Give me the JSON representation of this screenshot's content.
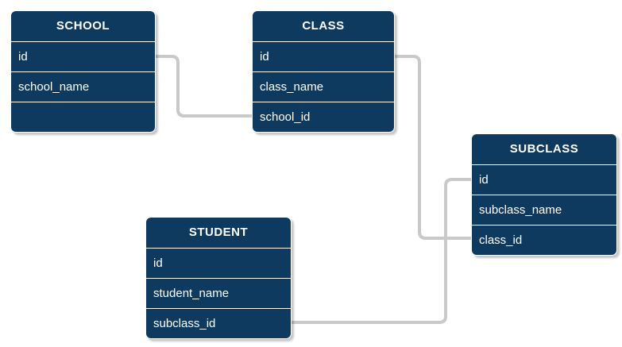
{
  "diagram": {
    "kind": "entity-relationship-diagram",
    "background": "#FFFFFF"
  },
  "colors": {
    "diagram_background": "#FFFFFF",
    "table_fill": "#0E3A5F",
    "table_stroke": "#FFFFFF",
    "table_text": "#FFFFFF",
    "row_divider": "#FFFFFF",
    "connector": "#C9C9C9",
    "shadow": "rgba(0,0,0,0.22)"
  },
  "tables": [
    {
      "title": "SCHOOL",
      "fields": [
        "id",
        "school_name",
        ""
      ]
    },
    {
      "title": "CLASS",
      "fields": [
        "id",
        "class_name",
        "school_id"
      ]
    },
    {
      "title": "SUBCLASS",
      "fields": [
        "id",
        "subclass_name",
        "class_id"
      ]
    },
    {
      "title": "STUDENT",
      "fields": [
        "id",
        "student_name",
        "subclass_id"
      ]
    }
  ],
  "relationships": [
    {
      "from": "SCHOOL.id",
      "to": "CLASS.school_id"
    },
    {
      "from": "CLASS.id",
      "to": "SUBCLASS.class_id"
    },
    {
      "from": "STUDENT.subclass_id",
      "to": "SUBCLASS.id"
    }
  ]
}
